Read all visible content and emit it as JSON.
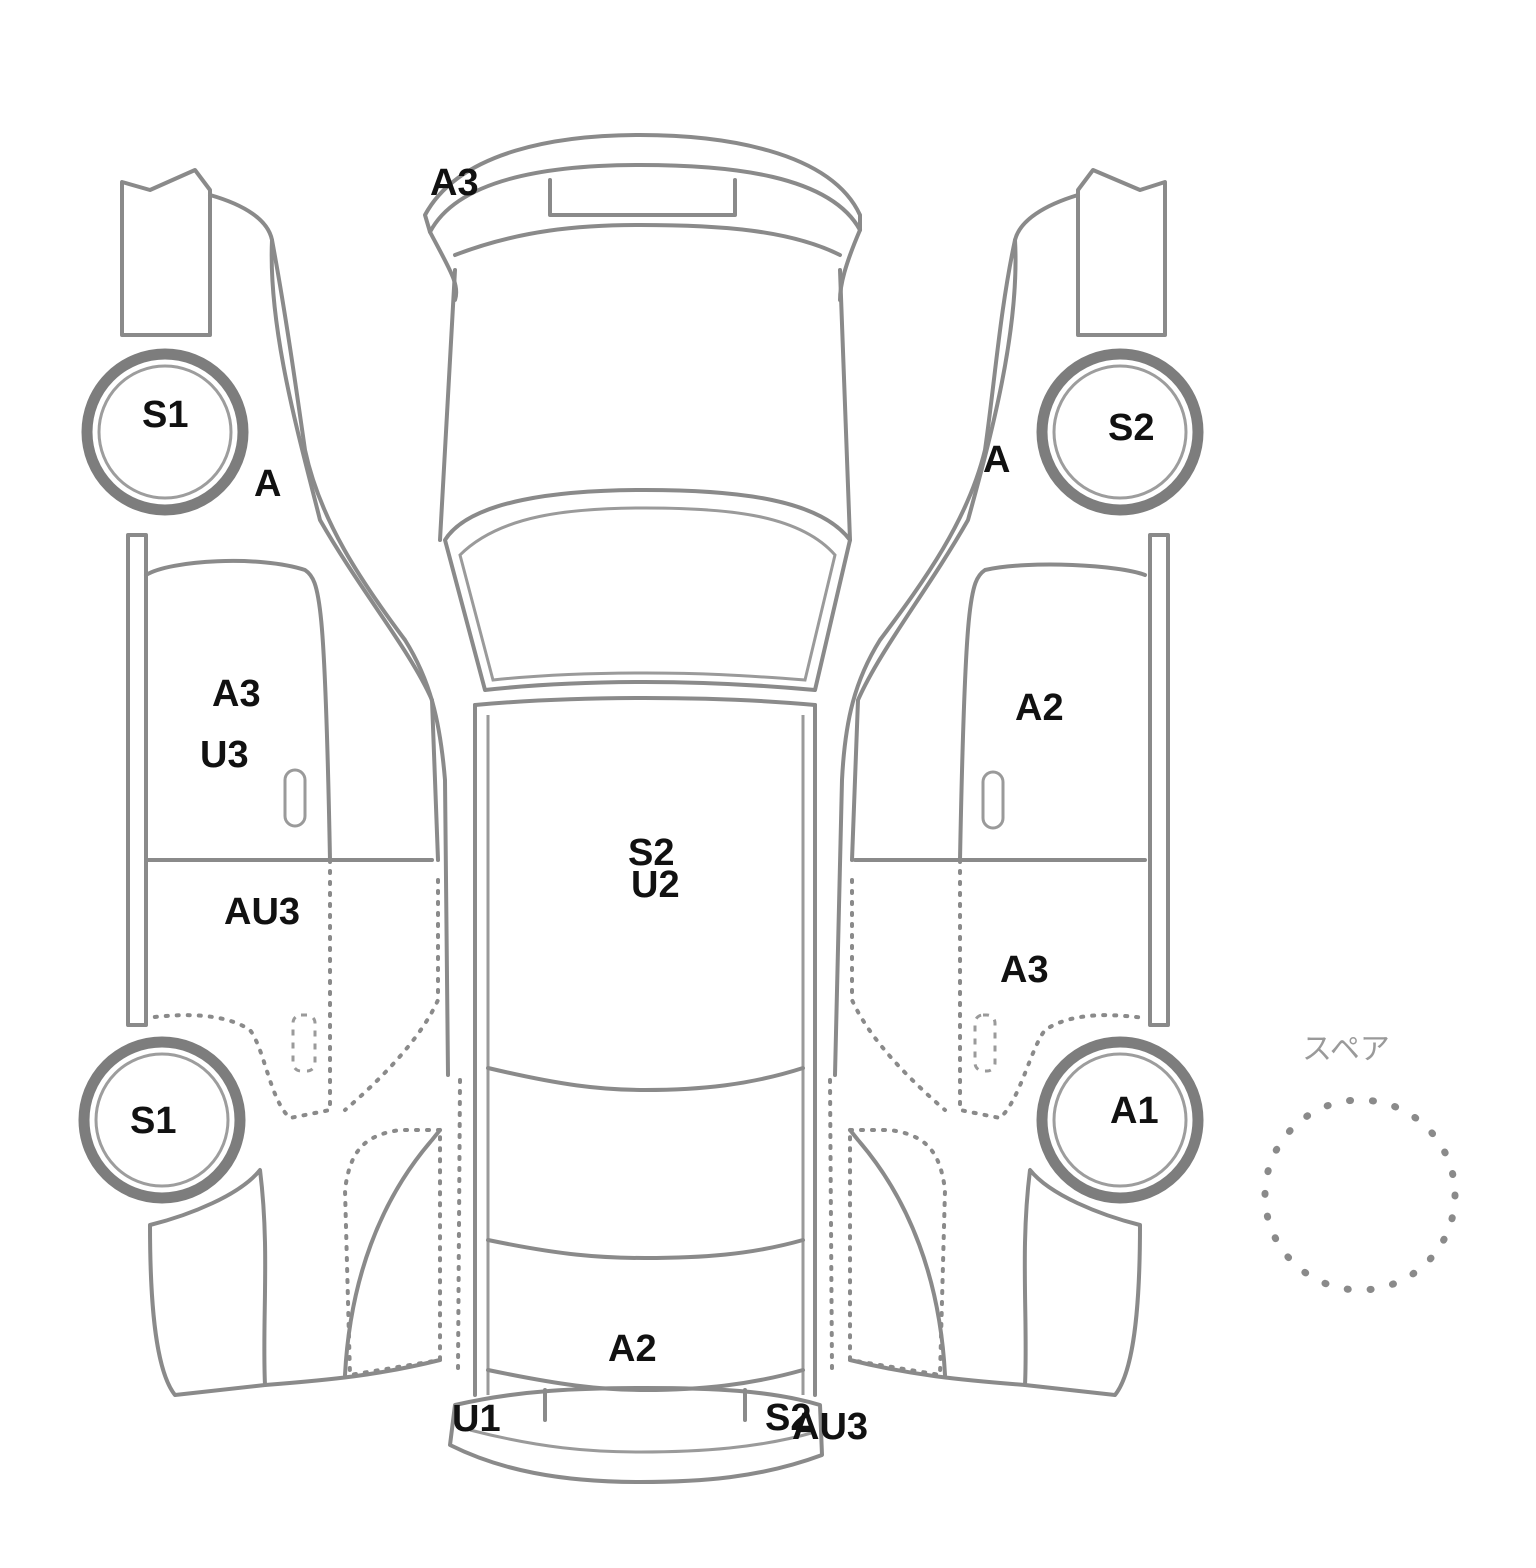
{
  "diagram": {
    "spare_label": "スペア",
    "line_color": "#8a8a8a",
    "text_color": "#111111"
  },
  "marks": {
    "front_bumper": "A3",
    "left_front_tire": "S1",
    "left_front_fender": "A",
    "left_front_door_a": "A3",
    "left_front_door_u": "U3",
    "left_rear_door": "AU3",
    "left_rear_tire": "S1",
    "right_front_tire": "S2",
    "right_front_fender": "A",
    "right_front_door": "A2",
    "right_rear_door": "A3",
    "right_rear_tire": "A1",
    "roof_s": "S2",
    "roof_u": "U2",
    "trunk": "A2",
    "rear_bumper_left": "U1",
    "rear_bumper_right_s": "S2",
    "rear_bumper_right_au": "AU3"
  }
}
